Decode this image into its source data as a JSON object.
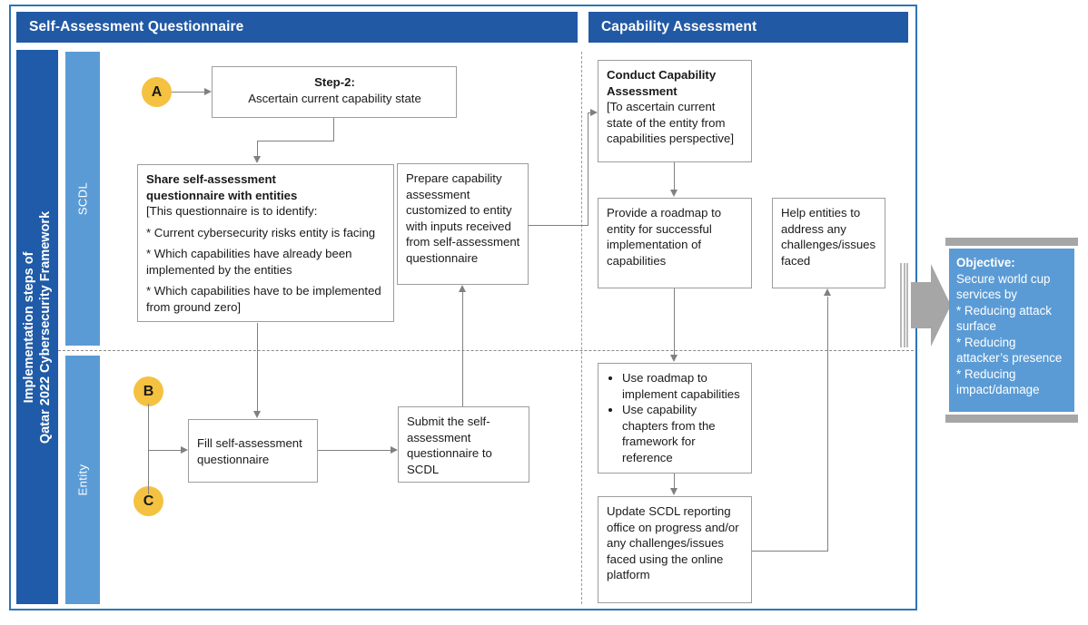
{
  "frame": {
    "accent": "#2E75B6"
  },
  "phases": [
    {
      "id": "self-assessment-questionnaire",
      "label": "Self-Assessment Questionnaire",
      "color": "#2159A5"
    },
    {
      "id": "capability-assessment",
      "label": "Capability Assessment",
      "color": "#2159A5"
    }
  ],
  "side_banner": {
    "line1": "Implementation steps of",
    "line2": "Qatar 2022 Cybersecurity Framework",
    "color": "#1F5BA8"
  },
  "lanes": [
    {
      "id": "scdl",
      "label": "SCDL",
      "color": "#5B9BD5"
    },
    {
      "id": "entity",
      "label": "Entity",
      "color": "#5B9BD5"
    }
  ],
  "connectors_label": "flow-arrows",
  "markers": [
    {
      "id": "a",
      "label": "A",
      "color": "#F5C141"
    },
    {
      "id": "b",
      "label": "B",
      "color": "#F5C141"
    },
    {
      "id": "c",
      "label": "C",
      "color": "#F5C141"
    }
  ],
  "boxes": {
    "step2": {
      "title": "Step-2:",
      "body": "Ascertain current capability state"
    },
    "share": {
      "title_line1": "Share self-assessment",
      "title_line2": "questionnaire with entities",
      "p1": "[This questionnaire is to identify:",
      "p2": "* Current cybersecurity risks entity is facing",
      "p3": "* Which capabilities have already been implemented by the entities",
      "p4": "* Which capabilities have to be implemented from ground zero]"
    },
    "prepare": {
      "body": "Prepare capability assessment customized to entity with inputs received from self-assessment questionnaire"
    },
    "fill": {
      "body": "Fill self-assessment questionnaire"
    },
    "submit": {
      "body": "Submit the self-assessment questionnaire to SCDL"
    },
    "conduct": {
      "title_line1": "Conduct Capability",
      "title_line2": "Assessment",
      "body": "[To ascertain current state of the entity from capabilities perspective]"
    },
    "roadmap": {
      "body": "Provide a roadmap to entity for successful implementation of capabilities"
    },
    "help": {
      "body": "Help entities to address any challenges/issues faced"
    },
    "use_roadmap": {
      "bullets": [
        "Use roadmap to implement capabilities",
        "Use capability chapters from the framework for reference"
      ]
    },
    "update": {
      "body": "Update SCDL reporting office on progress and/or any challenges/issues faced using the online platform"
    }
  },
  "objective": {
    "title": "Objective:",
    "line1": "Secure world cup services by",
    "line2": "* Reducing attack surface",
    "line3": "* Reducing attacker’s presence",
    "line4": "* Reducing impact/damage",
    "color": "#5B9BD5",
    "bar_color": "#A6A6A6"
  }
}
